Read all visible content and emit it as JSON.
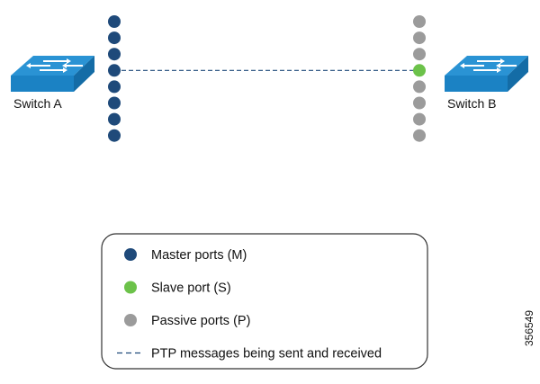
{
  "diagram": {
    "switch_a": {
      "label": "Switch A",
      "port_count": 8,
      "port_role": "master",
      "active_port_index": 3
    },
    "switch_b": {
      "label": "Switch B",
      "port_count": 8,
      "port_role": "passive",
      "active_port_index": 3,
      "active_port_role": "slave"
    },
    "link": {
      "style": "dashed",
      "meaning": "ptp"
    }
  },
  "colors": {
    "master": "#1f4a7a",
    "slave": "#6cc24a",
    "passive": "#9b9b9b",
    "switch_body": "#1b82c4",
    "switch_top": "#1a7dbf",
    "link": "#1f4a7a"
  },
  "legend": {
    "items": [
      {
        "type": "dot",
        "role": "master",
        "label": "Master ports (M)"
      },
      {
        "type": "dot",
        "role": "slave",
        "label": "Slave port (S)"
      },
      {
        "type": "dot",
        "role": "passive",
        "label": "Passive ports (P)"
      },
      {
        "type": "dash",
        "role": "link",
        "label": "PTP messages being sent and received"
      }
    ]
  },
  "figure_id": "356549"
}
